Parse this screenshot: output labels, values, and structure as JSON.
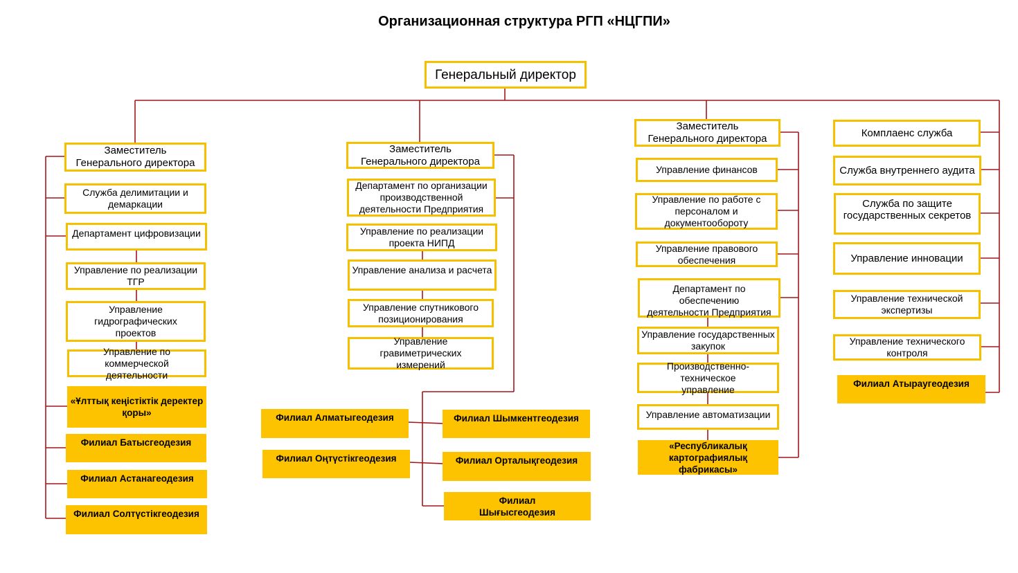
{
  "title": "Организационная структура РГП «НЦГПИ»",
  "colors": {
    "border": "#f5c000",
    "fill": "#fdc300",
    "line": "#a3171c"
  },
  "director": "Генеральный директор",
  "col1": {
    "deputy": "Заместитель\nГенерального директора",
    "items": [
      "Служба делимитации и\nдемаркации",
      "Департамент цифровизации",
      "Управление по реализации\nТГР",
      "Управление\nгидрографических\nпроектов",
      "Управление по коммерческой\nдеятельности"
    ],
    "filled": [
      "«Ұлттық кеңістіктік деректер\nқоры»",
      "Филиал Батысгеодезия",
      "Филиал Астанагеодезия",
      "Филиал Солтүстікгеодезия"
    ]
  },
  "col2": {
    "deputy": "Заместитель\nГенерального директора",
    "items": [
      "Департамент по организации\nпроизводственной\nдеятельности Предприятия",
      "Управление по реализации\nпроекта НИПД",
      "Управление анализа и расчета",
      "Управление спутникового\nпозиционирования",
      "Управление гравиметрических\nизмерений"
    ],
    "filled_left": [
      "Филиал Алматыгеодезия",
      "Филиал Оңтүстікгеодезия"
    ],
    "filled_right": [
      "Филиал Шымкентгеодезия",
      "Филиал Орталықгеодезия",
      "Филиал\nШығысгеодезия"
    ]
  },
  "col3": {
    "deputy": "Заместитель\nГенерального директора",
    "items": [
      "Управление финансов",
      "Управление по работе с\nперсоналом и\nдокументообороту",
      "Управление правового\nобеспечения",
      "Департамент по обеспечению\nдеятельности Предприятия",
      "Управление государственных\nзакупок",
      "Производственно-техническое\nуправление",
      "Управление автоматизации"
    ],
    "filled": [
      "«Республикалық\nкартографиялық фабрикасы»"
    ]
  },
  "col4": {
    "items": [
      "Комплаенс служба",
      "Служба внутреннего аудита",
      "Служба по защите\nгосударственных секретов",
      "Управление инновации",
      "Управление технической\nэкспертизы",
      "Управление технического\nконтроля"
    ],
    "filled": [
      "Филиал Атыраугеодезия"
    ]
  }
}
